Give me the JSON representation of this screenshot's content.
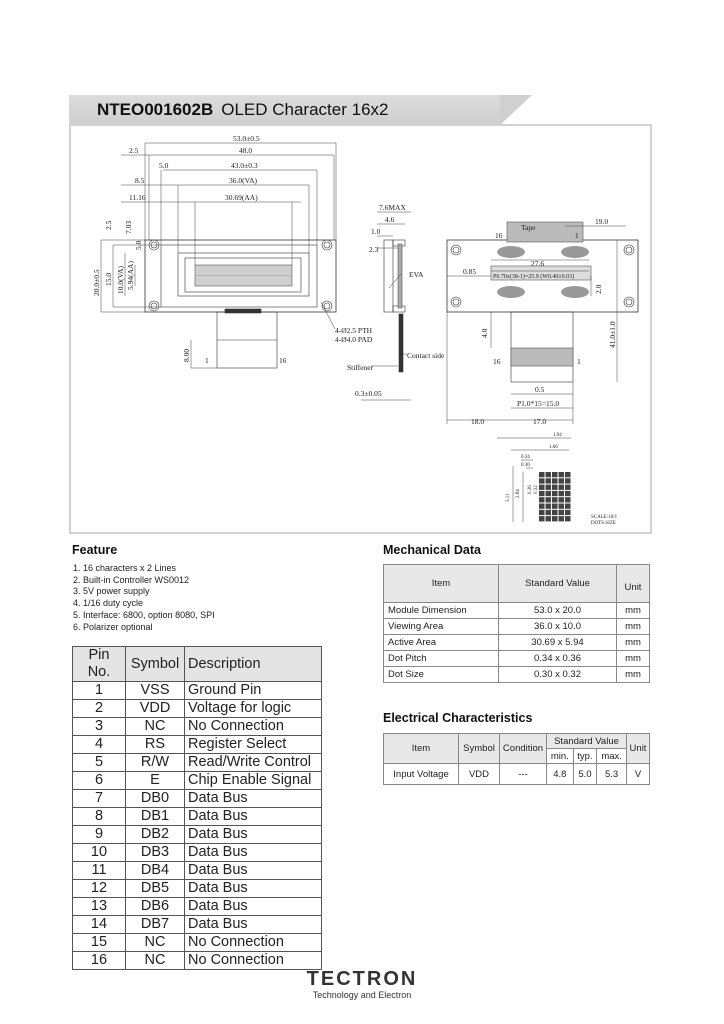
{
  "header": {
    "part_number": "NTEO001602B",
    "product_name": "OLED Character 16x2"
  },
  "drawing": {
    "front": {
      "dims": [
        "53.0±0.5",
        "48.0",
        "2.5",
        "5.0",
        "43.0±0.3",
        "8.5",
        "36.0(VA)",
        "11.16",
        "30.69(AA)",
        "2.5",
        "7.03",
        "5.0",
        "20.0±0.5",
        "15.0",
        "10.0(VA)",
        "5.94(AA)",
        "8.00"
      ],
      "holes": [
        "4-Ø2.5 PTH",
        "4-Ø4.0 PAD"
      ],
      "pin_first": "1",
      "pin_last": "16"
    },
    "side": {
      "dims": [
        "7.6MAX",
        "4.6",
        "1.0",
        "2.3",
        "0.3±0.05"
      ],
      "labels": [
        "EVA",
        "Contact side",
        "Stiffener"
      ]
    },
    "back": {
      "dims": [
        "19.0",
        "0.85",
        "27.6",
        "P0.70x(38-1)=25.9 (W0.40±0.03)",
        "2.0",
        "4.0",
        "41.0±1.0",
        "0.5",
        "P1.0*15=15.0",
        "18.0",
        "17.0"
      ],
      "labels": [
        "Tape",
        "16",
        "1",
        "16",
        "1"
      ]
    },
    "dot": {
      "dims": [
        "1.94",
        "1.66",
        "0.34",
        "0.30",
        "3.11",
        "2.84",
        "0.36",
        "0.32"
      ],
      "scale": "SCALE:10/1",
      "dots": "DOTS SIZE"
    }
  },
  "feature": {
    "heading": "Feature",
    "items": [
      "1. 16 characters x 2 Lines",
      "2. Built-in Controller WS0012",
      "3. 5V power supply",
      "4. 1/16 duty cycle",
      "5. Interface: 6800, option 8080, SPI",
      "6. Polarizer optional"
    ]
  },
  "pin_table": {
    "headers": [
      "Pin No.",
      "Symbol",
      "Description"
    ],
    "rows": [
      [
        "1",
        "VSS",
        "Ground Pin"
      ],
      [
        "2",
        "VDD",
        "Voltage for logic"
      ],
      [
        "3",
        "NC",
        "No Connection"
      ],
      [
        "4",
        "RS",
        "Register Select"
      ],
      [
        "5",
        "R/W",
        "Read/Write Control"
      ],
      [
        "6",
        "E",
        "Chip Enable Signal"
      ],
      [
        "7",
        "DB0",
        "Data Bus"
      ],
      [
        "8",
        "DB1",
        "Data Bus"
      ],
      [
        "9",
        "DB2",
        "Data Bus"
      ],
      [
        "10",
        "DB3",
        "Data Bus"
      ],
      [
        "11",
        "DB4",
        "Data Bus"
      ],
      [
        "12",
        "DB5",
        "Data Bus"
      ],
      [
        "13",
        "DB6",
        "Data Bus"
      ],
      [
        "14",
        "DB7",
        "Data Bus"
      ],
      [
        "15",
        "NC",
        "No Connection"
      ],
      [
        "16",
        "NC",
        "No Connection"
      ]
    ]
  },
  "mechanical": {
    "heading": "Mechanical Data",
    "headers": [
      "Item",
      "Standard Value",
      "Unit"
    ],
    "rows": [
      [
        "Module Dimension",
        "53.0 x 20.0",
        "mm"
      ],
      [
        "Viewing Area",
        "36.0 x 10.0",
        "mm"
      ],
      [
        "Active Area",
        "30.69 x 5.94",
        "mm"
      ],
      [
        "Dot Pitch",
        "0.34 x 0.36",
        "mm"
      ],
      [
        "Dot Size",
        "0.30 x 0.32",
        "mm"
      ]
    ]
  },
  "electrical": {
    "heading": "Electrical Characteristics",
    "headers": {
      "item": "Item",
      "symbol": "Symbol",
      "condition": "Condition",
      "standard": "Standard Value",
      "min": "min.",
      "typ": "typ.",
      "max": "max.",
      "unit": "Unit"
    },
    "row": {
      "item": "Input Voltage",
      "symbol": "VDD",
      "condition": "---",
      "min": "4.8",
      "typ": "5.0",
      "max": "5.3",
      "unit": "V"
    }
  },
  "logo": {
    "name": "TECTRON",
    "tagline": "Technology and Electron"
  },
  "colors": {
    "title_bar": "#d2d2d2",
    "table_header": "#e4e4e4"
  }
}
